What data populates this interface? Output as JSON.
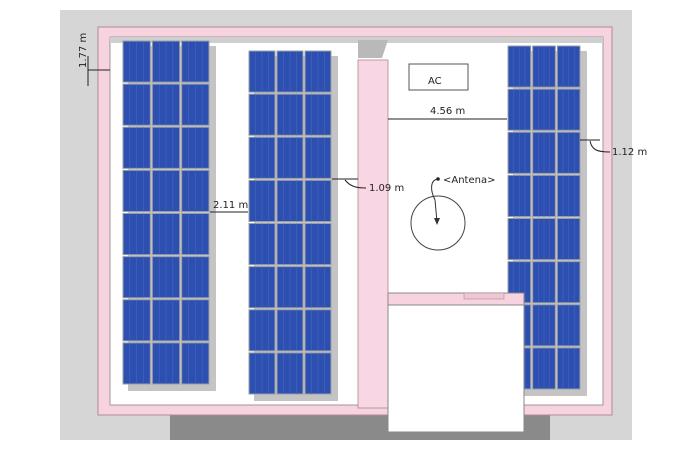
{
  "labels": {
    "dim_top_left": "1.77 m",
    "dim_between_arrays": "2.11 m",
    "dim_array_to_column": "1.09 m",
    "dim_column_to_right_array": "4.56 m",
    "dim_right_edge": "1.12 m",
    "ac": "AC",
    "antenna": "<Antena>"
  },
  "arrays": [
    {
      "cols": 3,
      "rows": 8
    },
    {
      "cols": 3,
      "rows": 8
    },
    {
      "cols": 3,
      "rows": 8
    }
  ],
  "colors": {
    "panel": "#2d4fb0",
    "panel_frame": "#9aa0a8",
    "roof_border": "#f7d3e0",
    "ground": "#d6d6d6",
    "shadow": "#8a8a8a"
  }
}
